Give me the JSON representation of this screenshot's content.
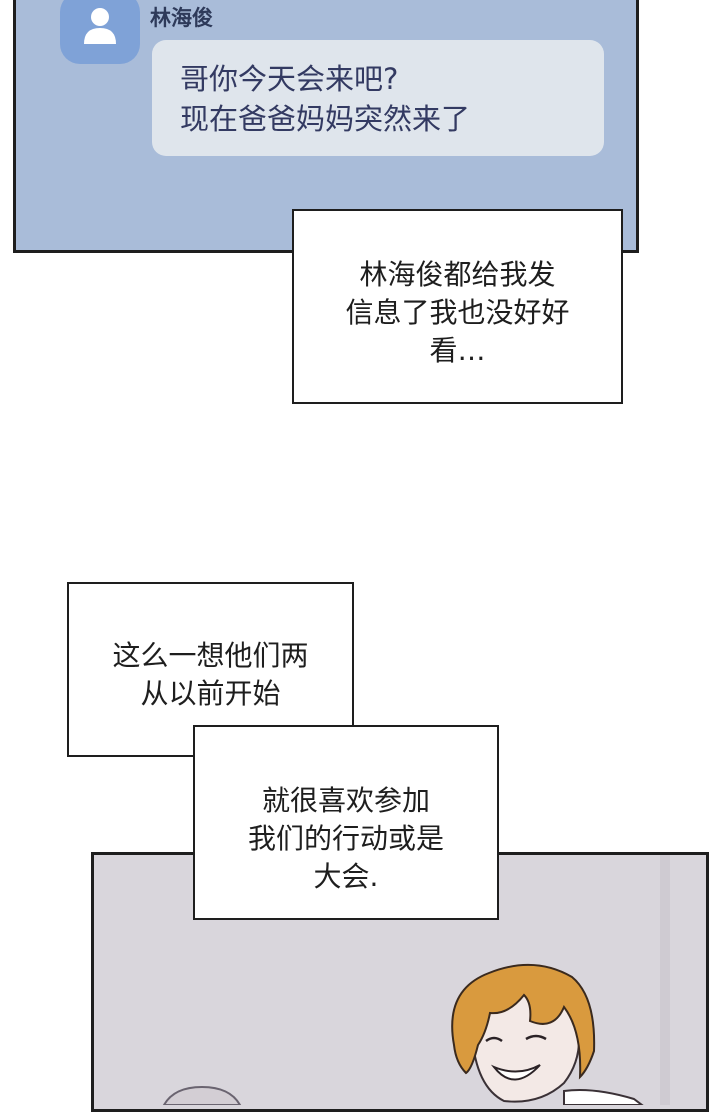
{
  "chat": {
    "sender_name": "林海俊",
    "avatar_icon": "user-icon",
    "message_lines": [
      "哥你今天会来吧?",
      "现在爸爸妈妈突然来了"
    ],
    "panel_color": "#a9bcd9",
    "bubble_color": "#dfe5ec",
    "avatar_color": "#7fa2d7"
  },
  "captions": {
    "caption1_lines": [
      "林海俊都给我发",
      "信息了我也没好好",
      "看…"
    ],
    "caption2_lines": [
      "这么一想他们两",
      "从以前开始"
    ],
    "caption3_lines": [
      "就很喜欢参加",
      "我们的行动或是",
      "大会."
    ]
  },
  "scene": {
    "background_color": "#d9d6dc",
    "hair_color": "#d99a3e"
  }
}
